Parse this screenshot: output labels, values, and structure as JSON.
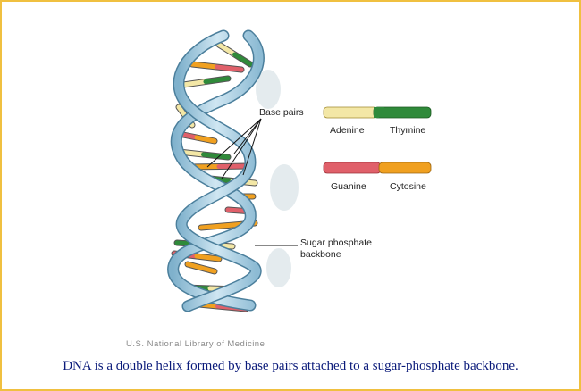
{
  "labels": {
    "base_pairs": "Base pairs",
    "sugar_phosphate_line1": "Sugar phosphate",
    "sugar_phosphate_line2": "backbone"
  },
  "legend": {
    "adenine": "Adenine",
    "thymine": "Thymine",
    "guanine": "Guanine",
    "cytosine": "Cytosine"
  },
  "credit": "U.S. National Library of Medicine",
  "caption": "DNA is a double helix formed by base pairs attached to a sugar-phosphate backbone.",
  "colors": {
    "adenine": "#f3e7a6",
    "thymine": "#2f8a3a",
    "guanine": "#e0606a",
    "cytosine": "#f0a020",
    "backbone": "#a9cfe3",
    "backbone_edge": "#4b7f9c",
    "frame": "#f0c040",
    "caption": "#0a1a7a"
  }
}
